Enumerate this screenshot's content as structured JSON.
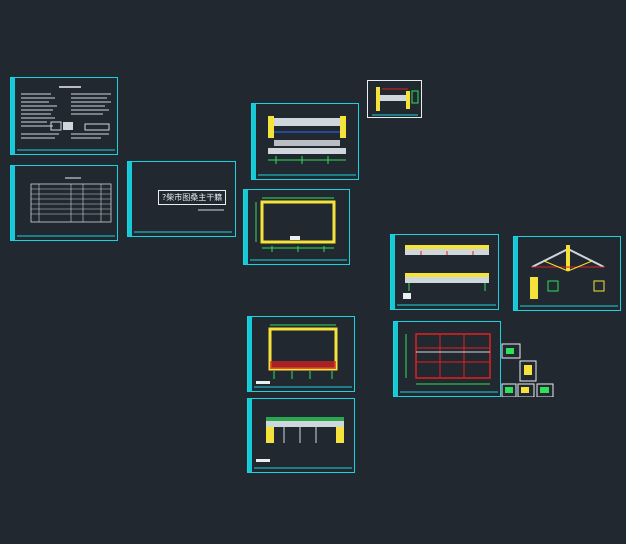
{
  "canvas": {
    "background": "#212830"
  },
  "colors": {
    "frame": "#19d3e0",
    "yellow": "#f5e23a",
    "red": "#e02020",
    "green": "#2ee05a",
    "white": "#e9eef2"
  },
  "sheets": [
    {
      "id": "design-notes-sheet",
      "kind": "text-notes"
    },
    {
      "id": "drawing-list-sheet",
      "kind": "table"
    },
    {
      "id": "cover-sheet",
      "kind": "cover",
      "title": "?柴市图桑主干籍",
      "subtitle": ""
    },
    {
      "id": "elevation-sheet-1",
      "kind": "drawing"
    },
    {
      "id": "detail-sheet-small",
      "kind": "drawing"
    },
    {
      "id": "plan-sheet-1",
      "kind": "drawing"
    },
    {
      "id": "beam-section-sheet",
      "kind": "drawing"
    },
    {
      "id": "truss-detail-sheet",
      "kind": "drawing"
    },
    {
      "id": "plan-sheet-2",
      "kind": "drawing"
    },
    {
      "id": "grid-plan-sheet",
      "kind": "drawing"
    },
    {
      "id": "elevation-sheet-2",
      "kind": "drawing"
    },
    {
      "id": "thumbnail-details",
      "kind": "drawing"
    }
  ]
}
